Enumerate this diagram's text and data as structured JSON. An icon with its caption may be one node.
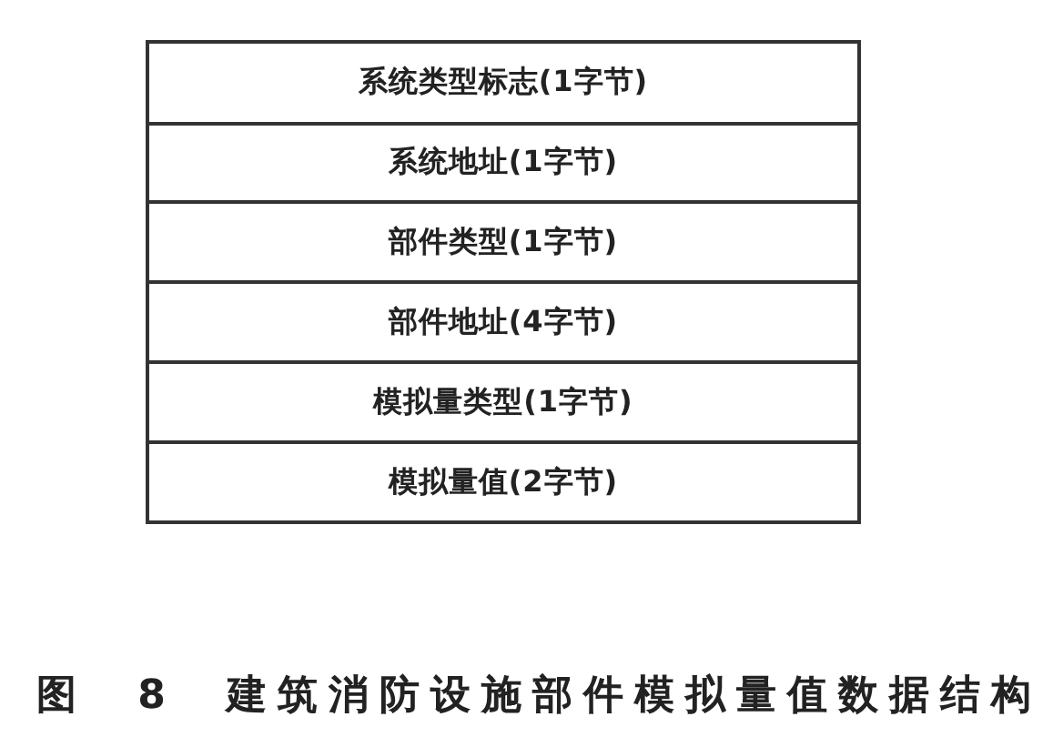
{
  "diagram": {
    "caption": "图 8 建筑消防设施部件模拟量值数据结构",
    "nodes": [
      {
        "text": [
          "系统类型标志(1字节)"
        ]
      },
      {
        "text": [
          "系统地址(1字节)"
        ]
      },
      {
        "text": [
          "部件类型(1字节)"
        ]
      },
      {
        "text": [
          "部件地址(4字节)"
        ]
      },
      {
        "text": [
          "模拟量类型(1字节)"
        ]
      },
      {
        "text": [
          "模拟量值(2字节)"
        ]
      }
    ]
  }
}
